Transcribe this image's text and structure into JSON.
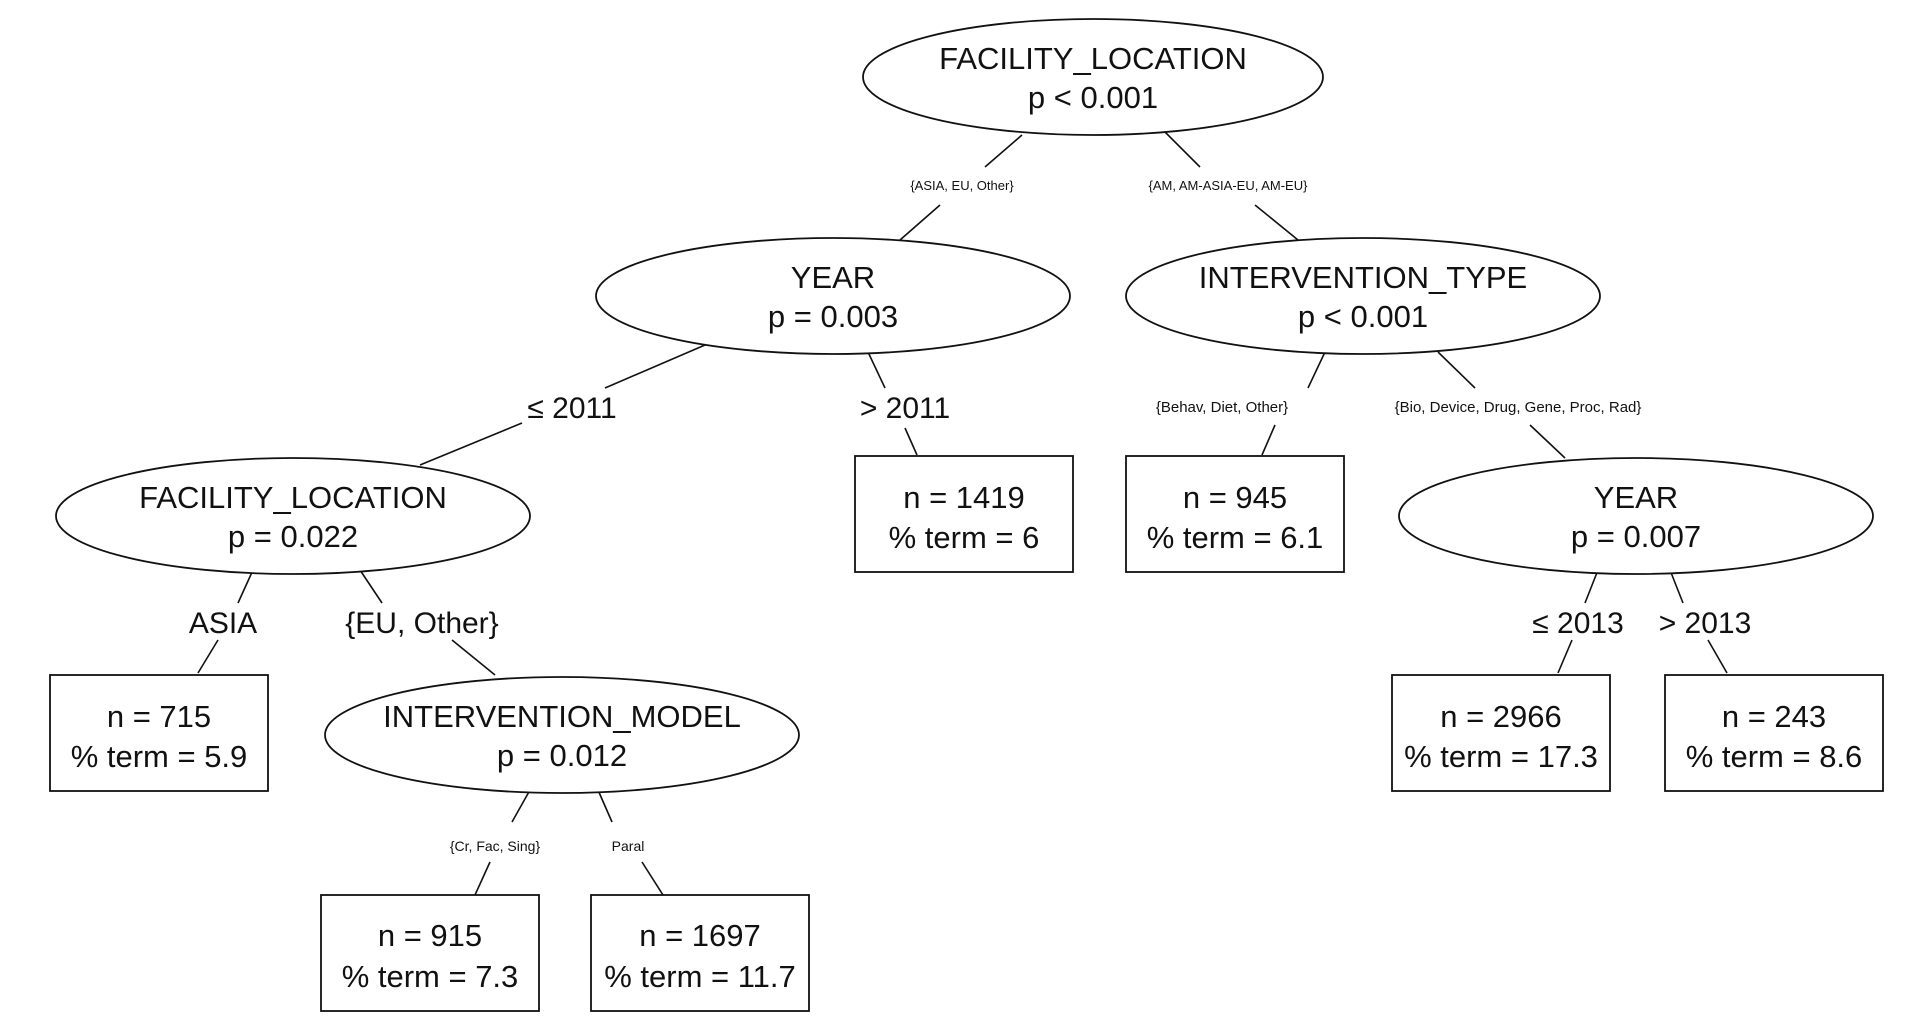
{
  "nodes": {
    "root": {
      "line1": "FACILITY_LOCATION",
      "line2": "p < 0.001"
    },
    "year1": {
      "line1": "YEAR",
      "line2": "p = 0.003"
    },
    "intervention_type": {
      "line1": "INTERVENTION_TYPE",
      "line2": "p < 0.001"
    },
    "facility2": {
      "line1": "FACILITY_LOCATION",
      "line2": "p = 0.022"
    },
    "year2": {
      "line1": "YEAR",
      "line2": "p = 0.007"
    },
    "intervention_model": {
      "line1": "INTERVENTION_MODEL",
      "line2": "p = 0.012"
    }
  },
  "leaves": {
    "leaf_1419": {
      "n": "n = 1419",
      "term": "% term = 6"
    },
    "leaf_945": {
      "n": "n = 945",
      "term": "% term = 6.1"
    },
    "leaf_715": {
      "n": "n = 715",
      "term": "% term = 5.9"
    },
    "leaf_2966": {
      "n": "n = 2966",
      "term": "% term = 17.3"
    },
    "leaf_243": {
      "n": "n = 243",
      "term": "% term = 8.6"
    },
    "leaf_915": {
      "n": "n = 915",
      "term": "% term = 7.3"
    },
    "leaf_1697": {
      "n": "n = 1697",
      "term": "% term = 11.7"
    }
  },
  "edges": {
    "root_left": "{ASIA, EU, Other}",
    "root_right": "{AM, AM-ASIA-EU, AM-EU}",
    "year1_left": "≤ 2011",
    "year1_right": "> 2011",
    "itype_left": "{Behav, Diet, Other}",
    "itype_right": "{Bio, Device, Drug, Gene, Proc, Rad}",
    "fac2_left": "ASIA",
    "fac2_right": "{EU, Other}",
    "year2_left": "≤ 2013",
    "year2_right": "> 2013",
    "imodel_left": "{Cr, Fac, Sing}",
    "imodel_right": "Paral"
  }
}
